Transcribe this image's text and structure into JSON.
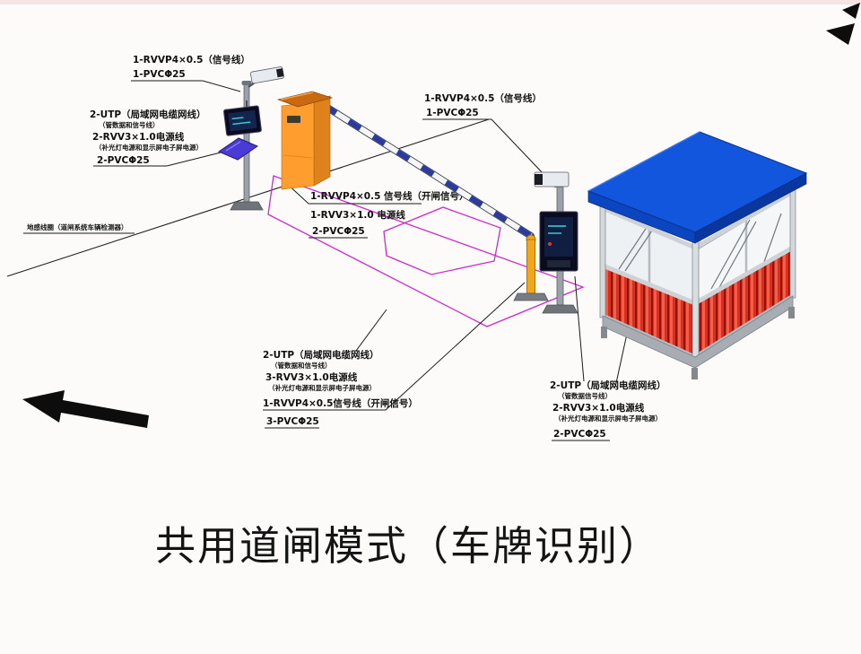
{
  "title": "共用道闸模式（车牌识别）",
  "colors": {
    "roof_blue": "#1256dd",
    "wall_red": "#d8301f",
    "machine_orange": "#ff9d2e",
    "machine_cap": "#c96a10",
    "zone_magenta": "#cc2acc",
    "arm_stripe": "#2b3aa0",
    "floodlight": "#4a3bd6",
    "arrow_black": "#0d0d0d"
  },
  "labels": {
    "cam1": {
      "l1": "1-RVVP4×0.5（信号线）",
      "l2": "1-PVCΦ25"
    },
    "pole1": {
      "l1": "2-UTP（局域网电缆网线）",
      "l2": "（管数据和信号线）",
      "l3": "2-RVV3×1.0电源线",
      "l4": "（补光灯电源和显示屏电子屏电源）",
      "l5": "2-PVCΦ25"
    },
    "loop": {
      "l1": "地感线圈（道闸系统车辆检测器）"
    },
    "barrier": {
      "l1": "1-RVVP4×0.5 信号线（开闸信号）",
      "l2": "1-RVV3×1.0 电源线",
      "l3": "2-PVCΦ25"
    },
    "cam2": {
      "l1": "1-RVVP4×0.5（信号线）",
      "l2": "1-PVCΦ25"
    },
    "lane": {
      "l1": "2-UTP（局域网电缆网线）",
      "l2": "（管数据和信号线）",
      "l3": "3-RVV3×1.0电源线",
      "l4": "（补光灯电源和显示屏电子屏电源）",
      "l5": "1-RVVP4×0.5信号线（开闸信号）",
      "l6": "3-PVCΦ25"
    },
    "booth": {
      "l1": "2-UTP（局域网电缆网线）",
      "l2": "（管数据信号线）",
      "l3": "2-RVV3×1.0电源线",
      "l4": "（补光灯电源和显示屏电子屏电源）",
      "l5": "2-PVCΦ25"
    }
  }
}
